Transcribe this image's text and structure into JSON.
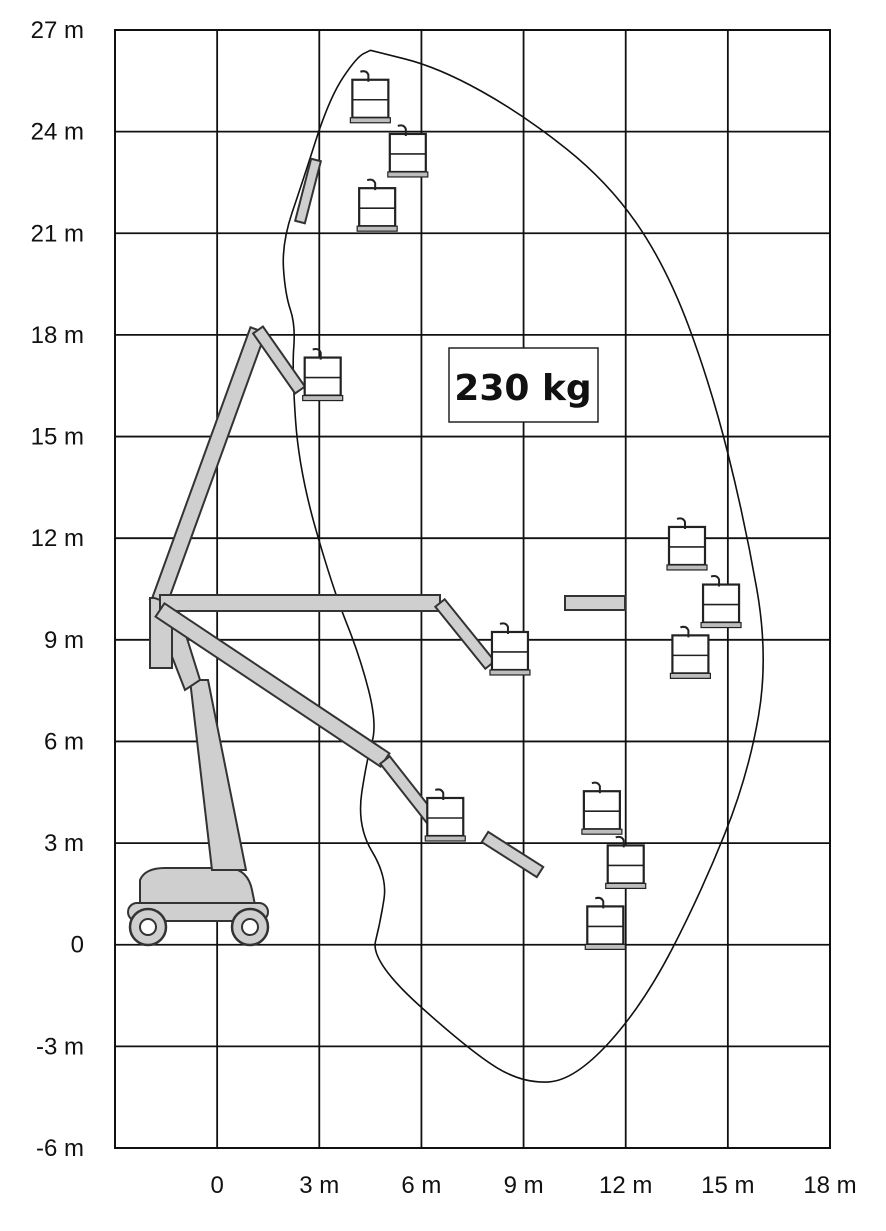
{
  "chart_data": {
    "type": "diagram",
    "xlim": [
      -3,
      18
    ],
    "ylim": [
      -6,
      27
    ],
    "x_ticks": [
      {
        "v": 0,
        "label": "0"
      },
      {
        "v": 3,
        "label": "3 m"
      },
      {
        "v": 6,
        "label": "6 m"
      },
      {
        "v": 9,
        "label": "9  m"
      },
      {
        "v": 12,
        "label": "12 m"
      },
      {
        "v": 15,
        "label": "15 m"
      },
      {
        "v": 18,
        "label": "18 m"
      }
    ],
    "y_ticks": [
      {
        "v": 27,
        "label": "27 m"
      },
      {
        "v": 24,
        "label": "24 m"
      },
      {
        "v": 21,
        "label": "21 m"
      },
      {
        "v": 18,
        "label": "18 m"
      },
      {
        "v": 15,
        "label": "15 m"
      },
      {
        "v": 12,
        "label": "12 m"
      },
      {
        "v": 9,
        "label": "9 m"
      },
      {
        "v": 6,
        "label": "6 m"
      },
      {
        "v": 3,
        "label": "3 m"
      },
      {
        "v": 0,
        "label": "0"
      },
      {
        "v": -3,
        "label": "-3 m"
      },
      {
        "v": -6,
        "label": "-6 m"
      }
    ],
    "grid": true,
    "capacity_label": "230 kg",
    "working_envelope": [
      [
        4.5,
        26.4
      ],
      [
        6.5,
        25.9
      ],
      [
        9,
        24.5
      ],
      [
        11.5,
        22.5
      ],
      [
        13.2,
        20
      ],
      [
        14.5,
        16.5
      ],
      [
        15.5,
        12.5
      ],
      [
        16.2,
        8.5
      ],
      [
        15.6,
        5
      ],
      [
        14.2,
        1.5
      ],
      [
        12.5,
        -1.8
      ],
      [
        10.5,
        -4.0
      ],
      [
        9,
        -4.1
      ],
      [
        7.5,
        -3.2
      ],
      [
        4.5,
        -0.5
      ],
      [
        4.8,
        0.7
      ],
      [
        5.0,
        2.0
      ],
      [
        4.1,
        3.5
      ],
      [
        4.4,
        5.5
      ],
      [
        4.7,
        6.5
      ],
      [
        4.2,
        8.5
      ],
      [
        3.4,
        10.5
      ],
      [
        2.4,
        14
      ],
      [
        2.2,
        17
      ],
      [
        2.3,
        18.3
      ],
      [
        2.0,
        19.2
      ],
      [
        1.9,
        20.7
      ],
      [
        2.5,
        22.5
      ],
      [
        3.3,
        25
      ],
      [
        4.1,
        26.2
      ],
      [
        4.5,
        26.4
      ]
    ],
    "platform_positions": [
      {
        "x": 4.5,
        "y": 25.0
      },
      {
        "x": 5.6,
        "y": 23.4
      },
      {
        "x": 4.7,
        "y": 21.8
      },
      {
        "x": 3.1,
        "y": 16.8
      },
      {
        "x": 8.6,
        "y": 8.7
      },
      {
        "x": 6.7,
        "y": 3.8
      },
      {
        "x": 13.8,
        "y": 11.8
      },
      {
        "x": 14.8,
        "y": 10.1
      },
      {
        "x": 13.9,
        "y": 8.6
      },
      {
        "x": 11.3,
        "y": 4.0
      },
      {
        "x": 12.0,
        "y": 2.4
      },
      {
        "x": 11.4,
        "y": 0.6
      }
    ]
  }
}
